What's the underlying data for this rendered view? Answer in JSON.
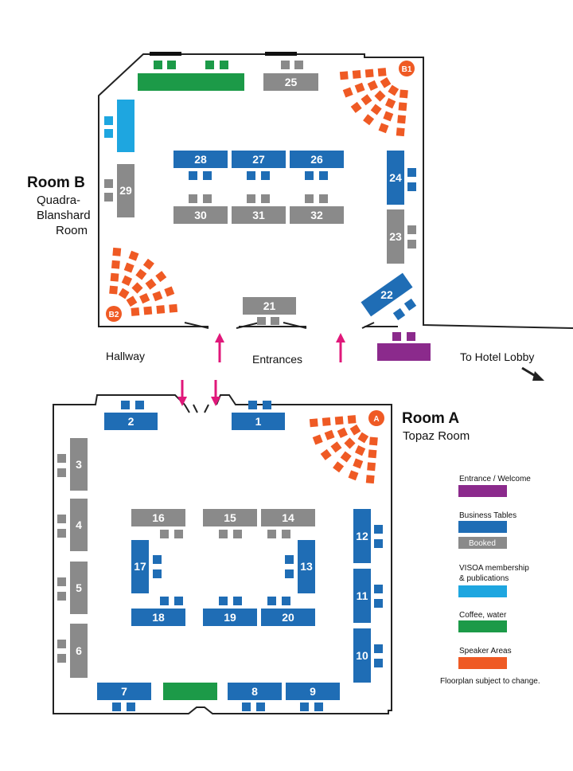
{
  "colors": {
    "business": "#1f6db5",
    "booked": "#8a8a8a",
    "visoa": "#1ea6e0",
    "coffee": "#1c9a48",
    "speaker": "#ef5a24",
    "entrance": "#8b2a8c",
    "arrow": "#e0187a",
    "wall": "#222222"
  },
  "room_b": {
    "title": "Room B",
    "subtitle": [
      "Quadra-",
      "Blanshard",
      "Room"
    ],
    "speaker_badges": [
      "B1",
      "B2"
    ],
    "tables": {
      "t21": "21",
      "t22": "22",
      "t23": "23",
      "t24": "24",
      "t25": "25",
      "t26": "26",
      "t27": "27",
      "t28": "28",
      "t29": "29",
      "t30": "30",
      "t31": "31",
      "t32": "32"
    }
  },
  "room_a": {
    "title": "Room A",
    "subtitle": "Topaz Room",
    "speaker_badge": "A",
    "tables": {
      "t1": "1",
      "t2": "2",
      "t3": "3",
      "t4": "4",
      "t5": "5",
      "t6": "6",
      "t7": "7",
      "t8": "8",
      "t9": "9",
      "t10": "10",
      "t11": "11",
      "t12": "12",
      "t13": "13",
      "t14": "14",
      "t15": "15",
      "t16": "16",
      "t17": "17",
      "t18": "18",
      "t19": "19",
      "t20": "20"
    }
  },
  "labels": {
    "hallway": "Hallway",
    "entrances": "Entrances",
    "lobby": "To Hotel Lobby"
  },
  "legend": {
    "entrance": "Entrance / Welcome",
    "business": "Business Tables",
    "booked": "Booked",
    "visoa_line1": "VISOA membership",
    "visoa_line2": "& publications",
    "coffee": "Coffee, water",
    "speaker": "Speaker Areas",
    "note": "Floorplan subject to change."
  }
}
